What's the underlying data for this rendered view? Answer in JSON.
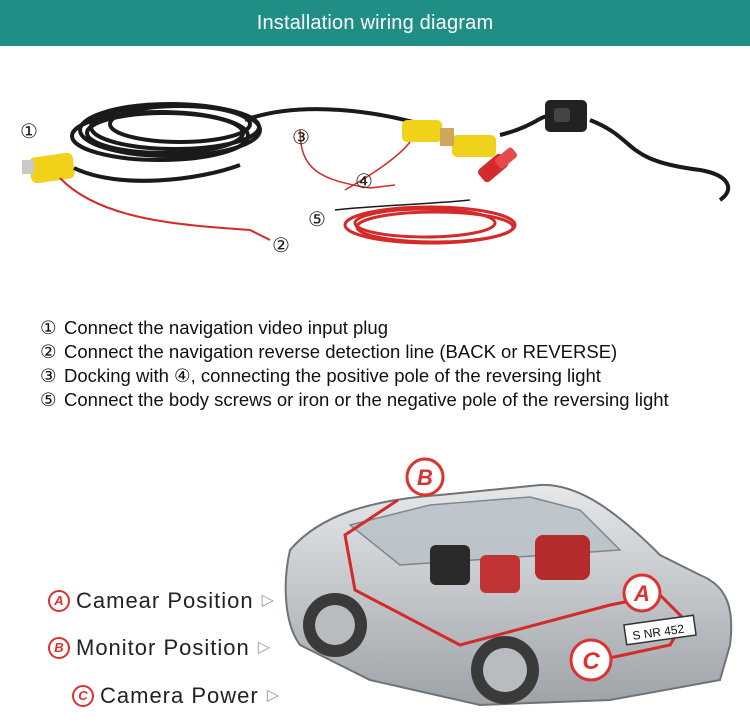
{
  "header": {
    "title": "Installation wiring diagram"
  },
  "diagram": {
    "labels": [
      "①",
      "②",
      "③",
      "④",
      "⑤"
    ]
  },
  "instructions": [
    {
      "num": "①",
      "text": "Connect the navigation video input plug"
    },
    {
      "num": "②",
      "text": "Connect the navigation reverse detection line (BACK or REVERSE)"
    },
    {
      "num": "③",
      "text": "Docking with ④, connecting the positive pole of the reversing light"
    },
    {
      "num": "⑤",
      "text": "Connect the body screws or iron or the negative pole of the reversing light"
    }
  ],
  "car_markers": [
    "B",
    "A",
    "C"
  ],
  "car_plate": "S NR 452",
  "legend": [
    {
      "mark": "A",
      "text": "Camear Position",
      "arrow": "▷"
    },
    {
      "mark": "B",
      "text": "Monitor Position",
      "arrow": "▷"
    },
    {
      "mark": "C",
      "text": "Camera Power",
      "arrow": "▷"
    }
  ],
  "colors": {
    "header": "#1f8f86",
    "accent": "#e0302f",
    "plug_yellow": "#f1d21a",
    "wire_red": "#d42a2a"
  }
}
